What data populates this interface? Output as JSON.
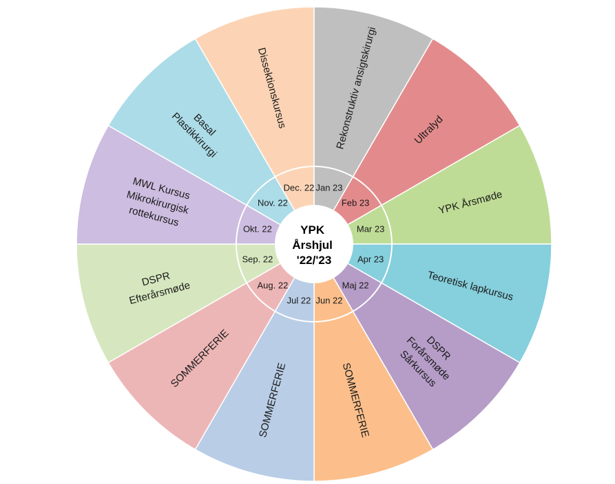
{
  "center": {
    "lines": [
      "YPK",
      "Årshjul",
      "'22/'23"
    ]
  },
  "segments": [
    {
      "month": "Jan 23",
      "event": [
        "Rekonstruktiv ansigtskirurgi"
      ],
      "color": "#bfbfbf"
    },
    {
      "month": "Feb 23",
      "event": [
        "Ultralyd"
      ],
      "color": "#e38b8c"
    },
    {
      "month": "Mar 23",
      "event": [
        "YPK Årsmøde"
      ],
      "color": "#bfdc96"
    },
    {
      "month": "Apr 23",
      "event": [
        "Teoretisk lapkursus"
      ],
      "color": "#86cfdd"
    },
    {
      "month": "Maj 22",
      "event": [
        "DSPR",
        "Forårsmøde",
        "Sårkursus"
      ],
      "color": "#b69dc8"
    },
    {
      "month": "Jun 22",
      "event": [
        "SOMMERFERIE"
      ],
      "color": "#fcbf8b"
    },
    {
      "month": "Jul 22",
      "event": [
        "SOMMERFERIE"
      ],
      "color": "#b9cde6"
    },
    {
      "month": "Aug. 22",
      "event": [
        "SOMMERFERIE"
      ],
      "color": "#edb6b6"
    },
    {
      "month": "Sep. 22",
      "event": [
        "DSPR",
        "Efterårsmøde"
      ],
      "color": "#d6e7bf"
    },
    {
      "month": "Okt. 22",
      "event": [
        "MWL Kursus",
        "Mikrokirurgisk",
        "rottekursus"
      ],
      "color": "#cdbde0"
    },
    {
      "month": "Nov. 22",
      "event": [
        "Basal",
        "Plastikkirurgi"
      ],
      "color": "#acdce8"
    },
    {
      "month": "Dec. 22",
      "event": [
        "Dissektionskursus"
      ],
      "color": "#fcd4b5"
    }
  ]
}
